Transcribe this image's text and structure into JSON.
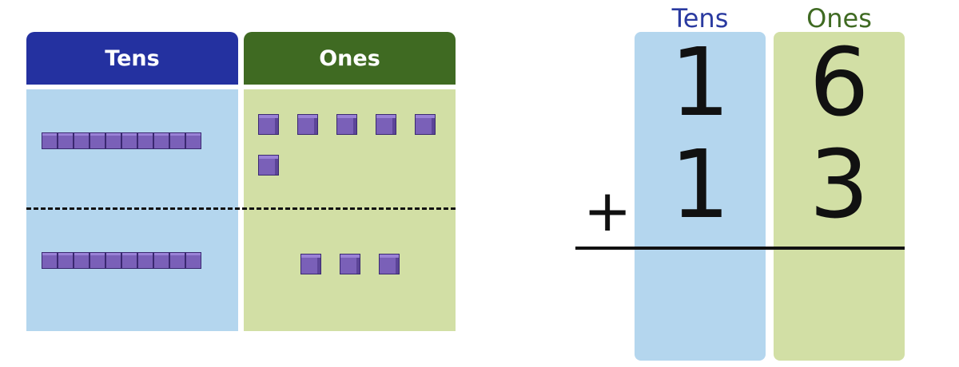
{
  "mat": {
    "tens_label": "Tens",
    "ones_label": "Ones",
    "colors": {
      "tens_header": "#2431a0",
      "ones_header": "#3f6a22",
      "tens_column": "#b4d6ee",
      "ones_column": "#d2dfa5",
      "block": "#7a60b8"
    },
    "rows": [
      {
        "rods": 1,
        "cubes": 6
      },
      {
        "rods": 1,
        "cubes": 3
      }
    ]
  },
  "addition": {
    "tens_label": "Tens",
    "ones_label": "Ones",
    "operator": "+",
    "addend1": {
      "tens": "1",
      "ones": "6"
    },
    "addend2": {
      "tens": "1",
      "ones": "3"
    }
  }
}
